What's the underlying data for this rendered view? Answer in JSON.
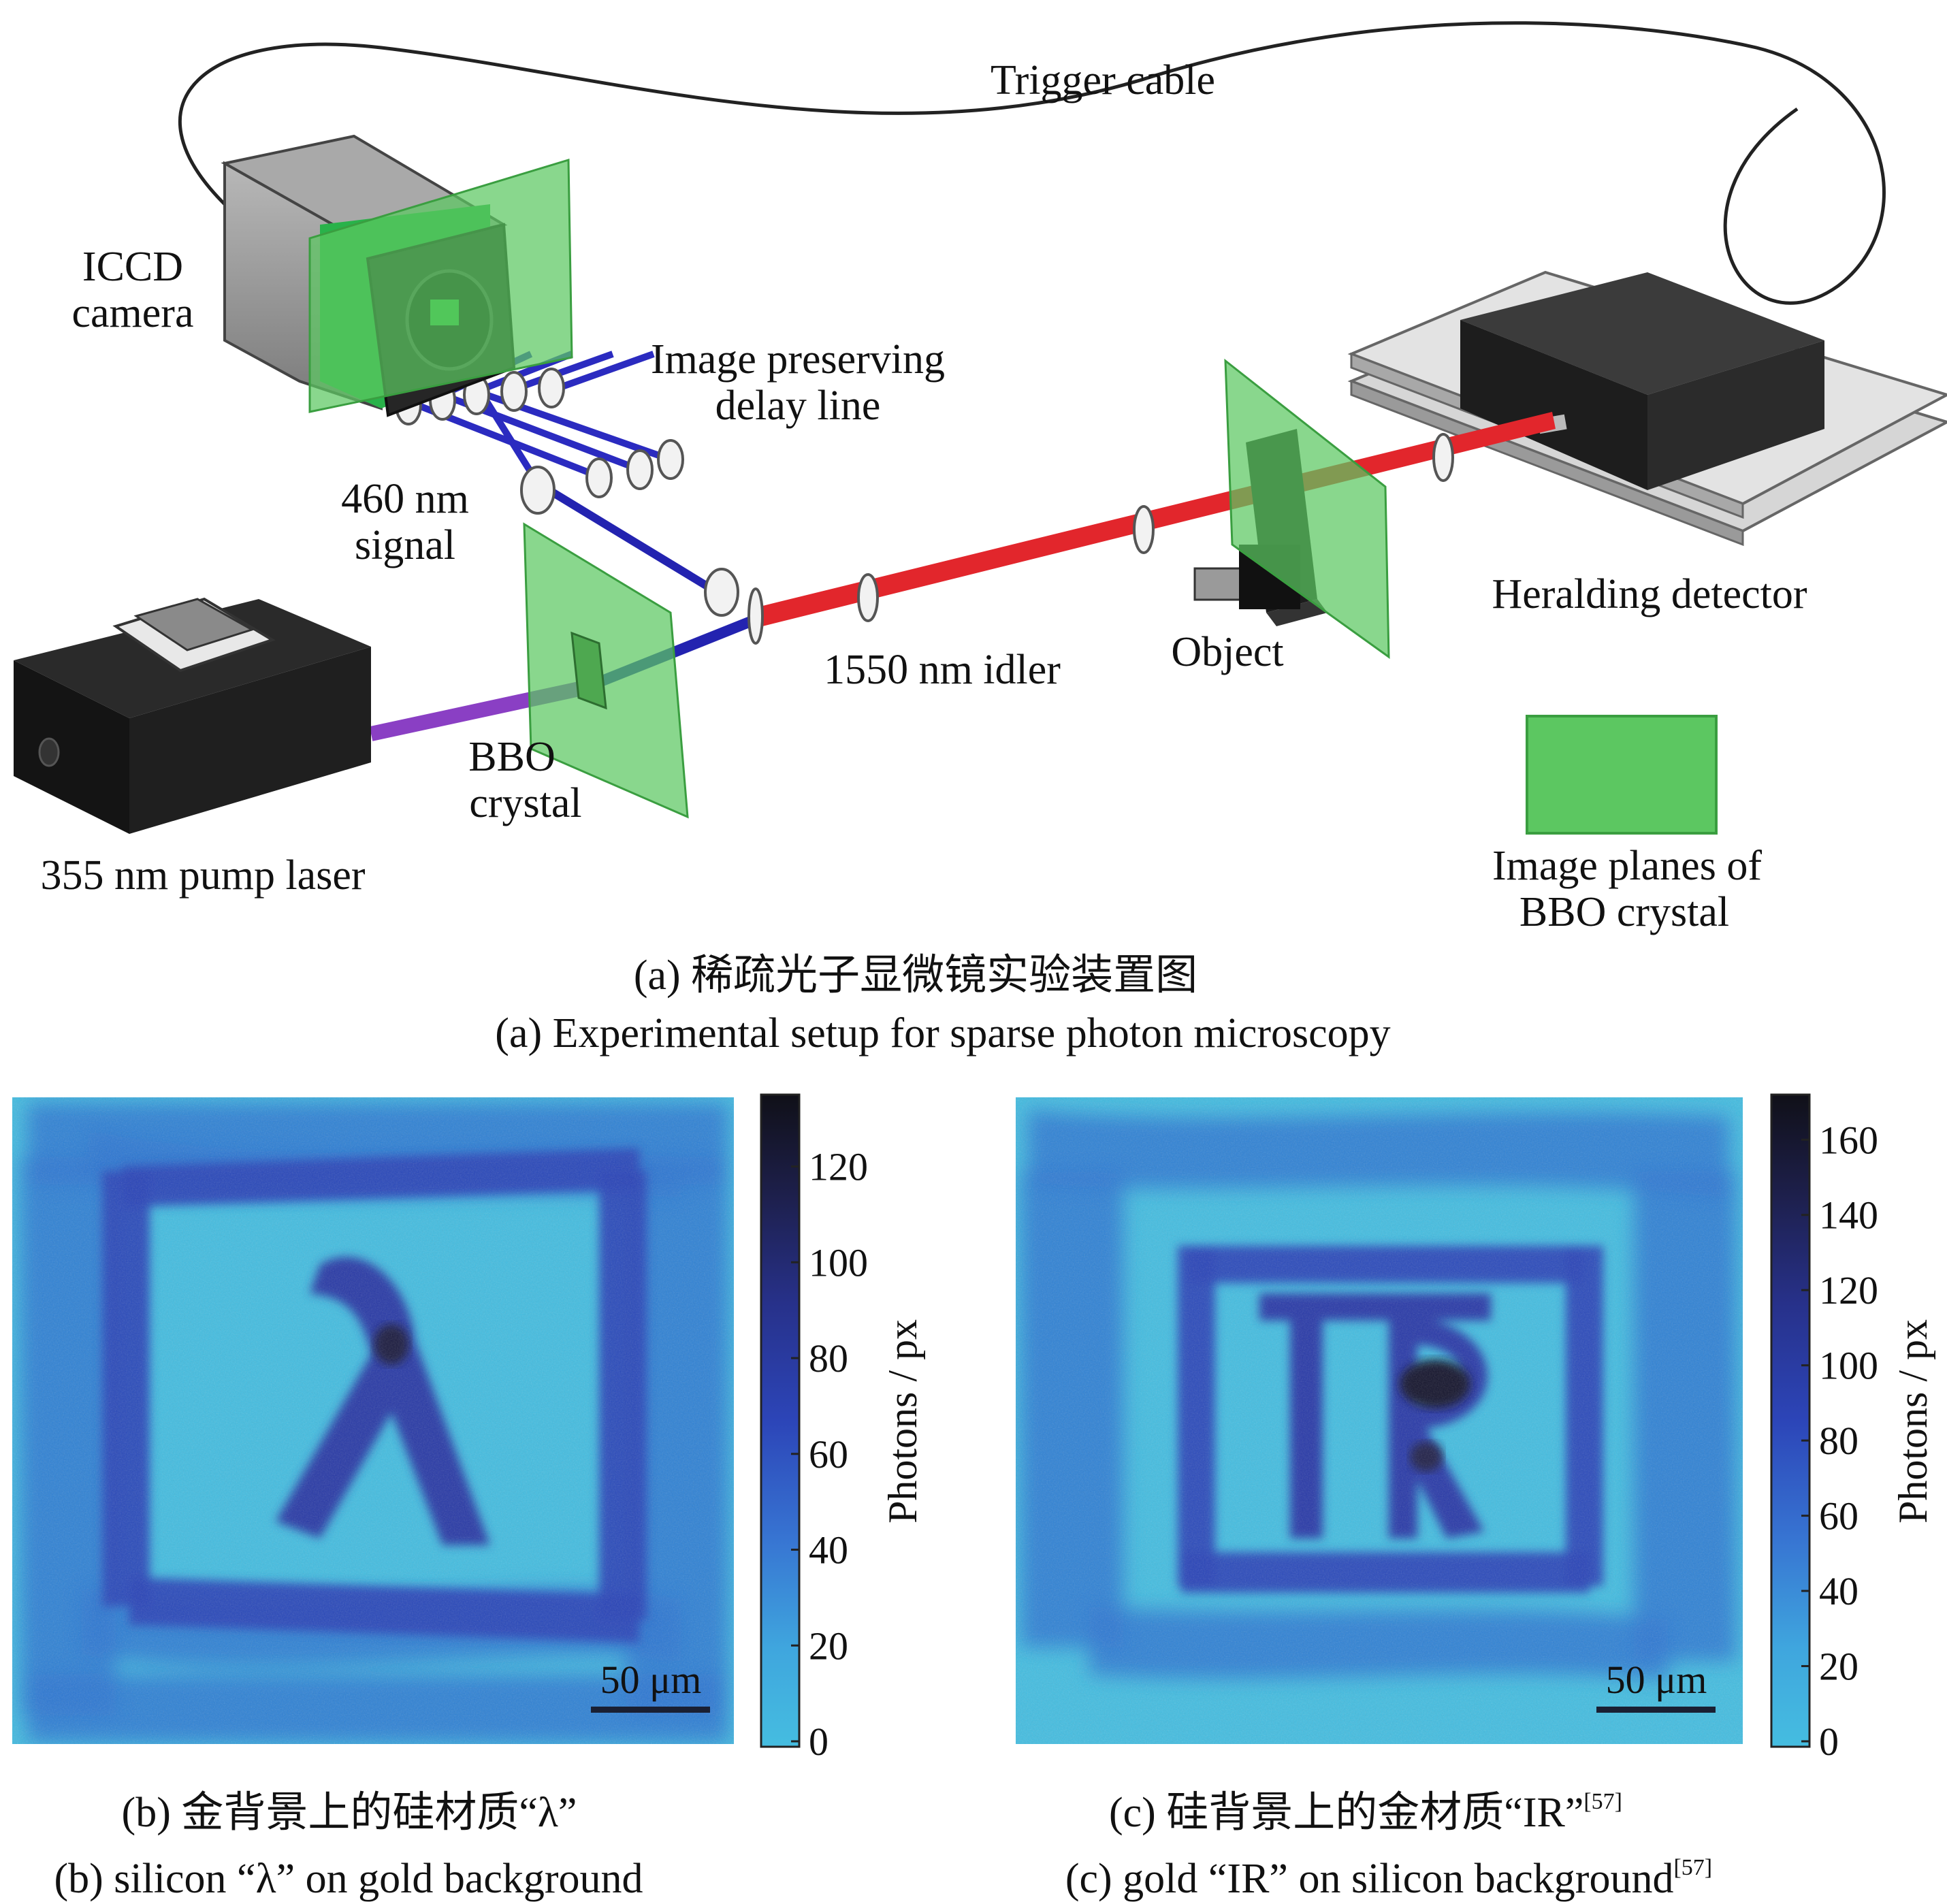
{
  "panel_a": {
    "labels": {
      "trigger_cable": "Trigger cable",
      "iccd_line1": "ICCD",
      "iccd_line2": "camera",
      "delay_line1": "Image preserving",
      "delay_line2": "delay line",
      "signal_line1": "460 nm",
      "signal_line2": "signal",
      "bbo_line1": "BBO",
      "bbo_line2": "crystal",
      "pump_laser": "355 nm pump laser",
      "idler": "1550 nm idler",
      "object": "Object",
      "heralding": "Heralding detector",
      "legend_line1": "Image planes of",
      "legend_line2": "BBO crystal"
    },
    "caption_zh": "(a) 稀疏光子显微镜实验装置图",
    "caption_en": "(a) Experimental setup for sparse photon microscopy"
  },
  "panel_b": {
    "colorbar_ticks": [
      "0",
      "20",
      "40",
      "60",
      "80",
      "100",
      "120"
    ],
    "colorbar_max": 135,
    "colorbar_label": "Photons / px",
    "scale_bar": "50 μm",
    "caption_zh": "(b) 金背景上的硅材质“λ”",
    "caption_en": "(b) silicon “λ” on gold background"
  },
  "panel_c": {
    "colorbar_ticks": [
      "0",
      "20",
      "40",
      "60",
      "80",
      "100",
      "120",
      "140",
      "160"
    ],
    "colorbar_max": 172,
    "colorbar_label": "Photons / px",
    "scale_bar": "50 μm",
    "caption_zh": "(c) 硅背景上的金材质“IR”",
    "caption_en": "(c) gold “IR” on silicon background",
    "citation": "[57]"
  },
  "colors": {
    "image_plane": "#5cc761",
    "pump_beam": "#8a3fc4",
    "signal_beam": "#2323b0",
    "idler_beam": "#e2262c",
    "colormap_low": "#45bde0",
    "colormap_mid": "#2c45b8",
    "colormap_high": "#101018"
  }
}
